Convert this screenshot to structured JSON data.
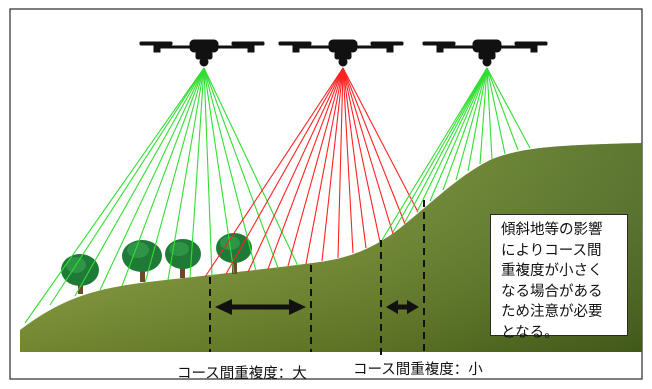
{
  "note": {
    "lines": [
      "傾斜地等の影響",
      "によりコース間",
      "重複度が小さく",
      "なる場合がある",
      "ため注意が必要",
      "となる。"
    ]
  },
  "captions": {
    "large_overlap": "コース間重複度：大",
    "small_overlap": "コース間重複度：小"
  },
  "colors": {
    "left_beams": "#33dd33",
    "center_beams": "#ff2222",
    "right_beams": "#33dd33",
    "terrain_dark": "#4f6b1f",
    "terrain_light": "#8aa33a",
    "tree_canopy": "#1e7a36",
    "tree_trunk": "#6b4a2a",
    "drone": "#111111"
  },
  "icons": [
    "drone-icon",
    "tree-icon",
    "double-arrow-icon"
  ]
}
